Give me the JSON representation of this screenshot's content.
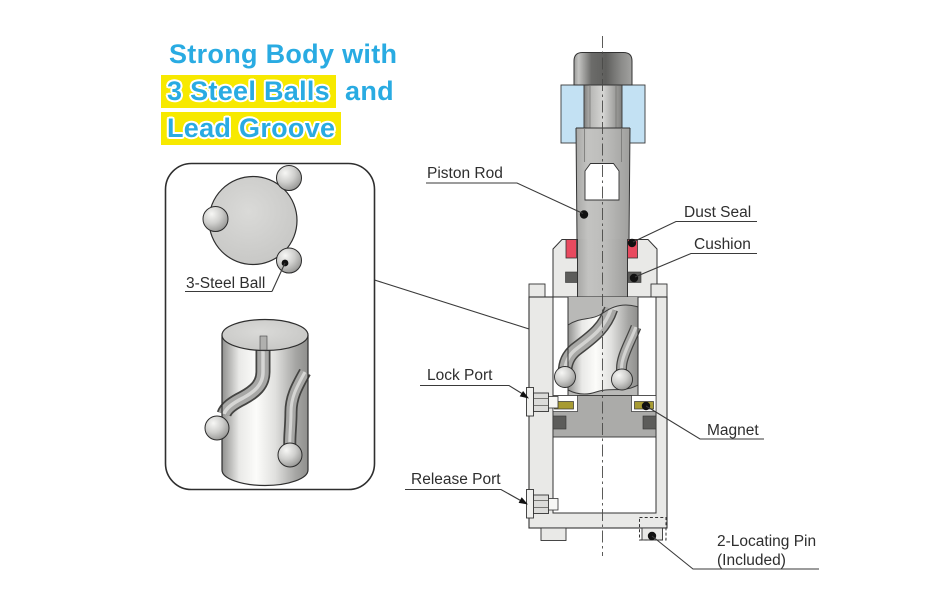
{
  "title": {
    "line1": "Strong Body with",
    "line2_highlight": "3 Steel Balls",
    "line2_rest": "and",
    "line3_highlight": "Lead Groove",
    "text_color": "#29abe2",
    "highlight_color": "#f7e900"
  },
  "callout": {
    "steel_ball_label": "3-Steel Ball"
  },
  "labels": {
    "piston_rod": "Piston Rod",
    "dust_seal": "Dust Seal",
    "cushion": "Cushion",
    "lock_port": "Lock Port",
    "magnet": "Magnet",
    "release_port": "Release Port",
    "locating_pin_line1": "2-Locating Pin",
    "locating_pin_line2": "(Included)"
  },
  "colors": {
    "dust_seal_red": "#e84a5f",
    "magnet_olive": "#a79b33",
    "work_plate_blue": "#c3e1f3",
    "body_gray": "#e9e9e7",
    "steel_gray": "#b9b9b7",
    "line_color": "#333333"
  }
}
